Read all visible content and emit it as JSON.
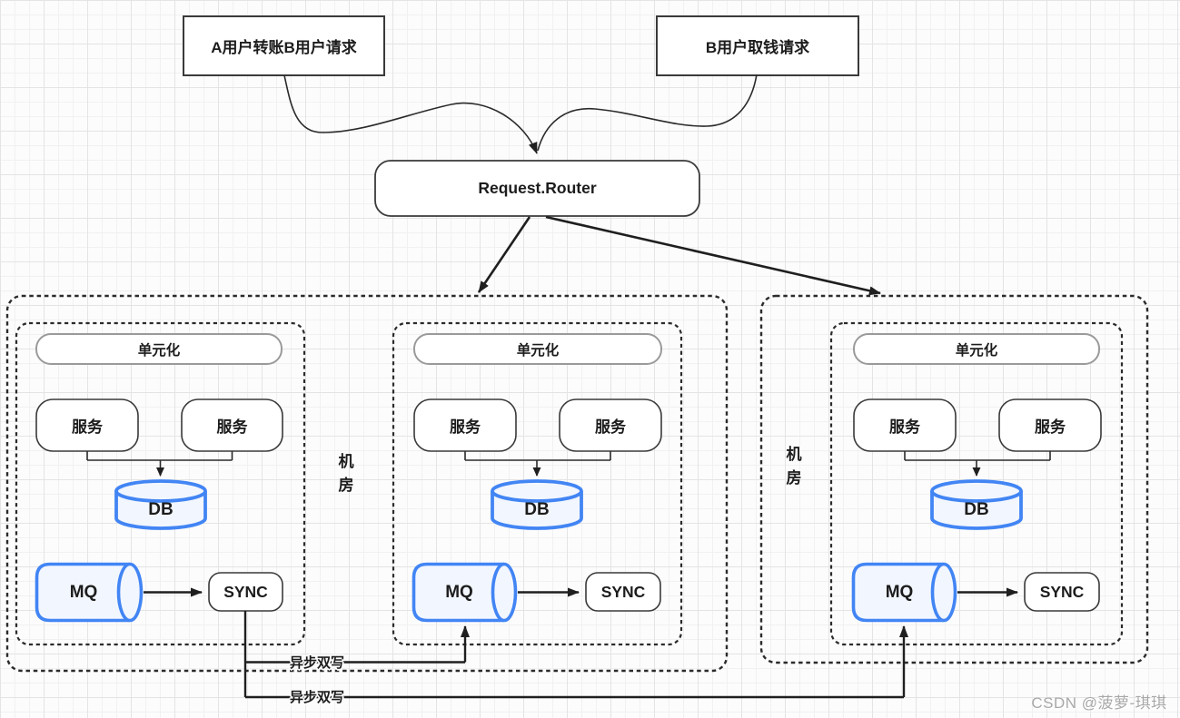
{
  "top_requests": [
    {
      "label": "A用户转账B用户请求"
    },
    {
      "label": "B用户取钱请求"
    }
  ],
  "router": {
    "label": "Request.Router"
  },
  "datacenters": [
    {
      "room_label": "机房",
      "units": [
        {
          "unit_label": "单元化",
          "services": [
            "服务",
            "服务"
          ],
          "db_label": "DB",
          "mq_label": "MQ",
          "sync_label": "SYNC"
        },
        {
          "unit_label": "单元化",
          "services": [
            "服务",
            "服务"
          ],
          "db_label": "DB",
          "mq_label": "MQ",
          "sync_label": "SYNC"
        }
      ]
    },
    {
      "room_label": "机房",
      "units": [
        {
          "unit_label": "单元化",
          "services": [
            "服务",
            "服务"
          ],
          "db_label": "DB",
          "mq_label": "MQ",
          "sync_label": "SYNC"
        }
      ]
    }
  ],
  "async_links": [
    {
      "label": "异步双写"
    },
    {
      "label": "异步双写"
    }
  ],
  "watermark": {
    "text": "CSDN @菠萝-琪琪"
  },
  "colors": {
    "cylinder_stroke": "#4285f4",
    "cylinder_fill": "#f2f6fe",
    "connector": "#1f1f1f",
    "box_stroke": "#3a3a3a",
    "unit_pill_stroke": "#9a9a9a",
    "watermark_gray": "#a8a8a8"
  }
}
